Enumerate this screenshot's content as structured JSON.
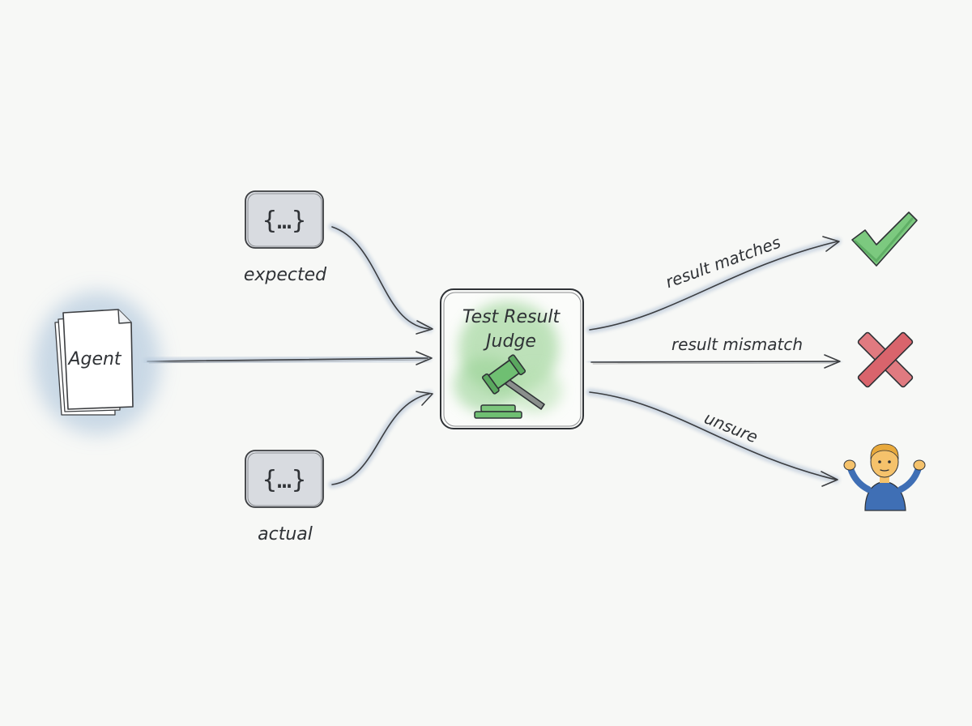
{
  "diagram": {
    "agent_label": "Agent",
    "expected": {
      "glyph": "{…}",
      "label": "expected"
    },
    "actual": {
      "glyph": "{…}",
      "label": "actual"
    },
    "judge": {
      "line1": "Test Result",
      "line2": "Judge",
      "icon": "gavel-icon"
    },
    "outcomes": [
      {
        "label": "result matches",
        "icon": "checkmark-icon",
        "color": "#5fb86a"
      },
      {
        "label": "result mismatch",
        "icon": "cross-icon",
        "color": "#d9646c"
      },
      {
        "label": "unsure",
        "icon": "person-shrugging-icon",
        "emoji": "🤷‍♂️",
        "color": "#3f6fb5"
      }
    ]
  }
}
